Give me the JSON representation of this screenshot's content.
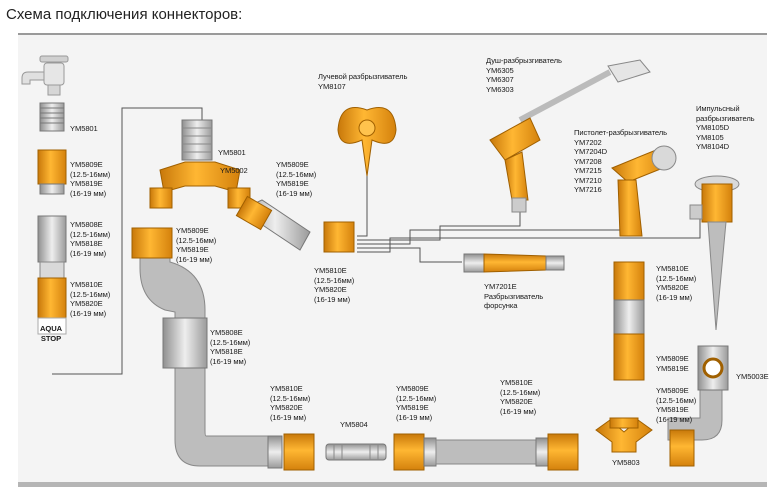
{
  "title": "Схема подключения коннекторов:",
  "colors": {
    "orange": "#f39c12",
    "pipe_gray": "#bdbdbd",
    "metal": "#cfcfcf",
    "line": "#555555"
  },
  "labels": {
    "ym5801_left": "YM5801",
    "ym5809e_left": [
      "YM5809E",
      "(12.5-16мм)",
      "YM5819E",
      "(16-19 мм)"
    ],
    "ym5808e_left": [
      "YM5808E",
      "(12.5-16мм)",
      "YM5818E",
      "(16-19 мм)"
    ],
    "ym5810e_left": [
      "YM5810E",
      "(12.5-16мм)",
      "YM5820E",
      "(16-19 мм)"
    ],
    "aqua_stop": [
      "AQUA",
      "STOP"
    ],
    "ym5801_mid": "YM5801",
    "ym5002": "YM5002",
    "ym5809e_a": [
      "YM5809E",
      "(12.5-16мм)",
      "YM5819E",
      "(16-19 мм)"
    ],
    "ym5809e_b": [
      "YM5809E",
      "(12.5-16мм)",
      "YM5819E",
      "(16-19 мм)"
    ],
    "ym5808e_mid": [
      "YM5808E",
      "(12.5-16мм)",
      "YM5818E",
      "(16-19 мм)"
    ],
    "ym5810e_center": [
      "YM5810E",
      "(12.5-16мм)",
      "YM5820E",
      "(16-19 мм)"
    ],
    "ym5810e_bottom_left": [
      "YM5810E",
      "(12.5-16мм)",
      "YM5820E",
      "(16-19 мм)"
    ],
    "ym5804": "YM5804",
    "ym5809e_bottom": [
      "YM5809E",
      "(12.5-16мм)",
      "YM5819E",
      "(16-19 мм)"
    ],
    "ym5810e_bottom": [
      "YM5810E",
      "(12.5-16мм)",
      "YM5820E",
      "(16-19 мм)"
    ],
    "ym5803": "YM5803",
    "beam_sprinkler": [
      "Лучевой разбрызгиватель",
      "YM8107"
    ],
    "shower_sprinkler": [
      "Душ-разбрызгиватель",
      "YM6305",
      "YM6307",
      "YM6303"
    ],
    "pistol_sprinkler": [
      "Пистолет-разбрызгиватель",
      "YM7202",
      "YM7204D",
      "YM7208",
      "YM7215",
      "YM7210",
      "YM7216"
    ],
    "impulse_sprinkler": [
      "Импульсный",
      "разбрызгиватель",
      "YM8105D",
      "YM8105",
      "YM8104D"
    ],
    "nozzle_sprinkler": [
      "YM7201E",
      "Разбрызгиватель",
      "форсунка"
    ],
    "ym5810e_right": [
      "YM5810E",
      "(12.5-16мм)",
      "YM5820E",
      "(16-19 мм)"
    ],
    "ym5809e_right_short": [
      "YM5809E",
      "YM5819E"
    ],
    "ym5809e_right": [
      "YM5809E",
      "(12.5-16мм)",
      "YM5819E",
      "(16-19 мм)"
    ],
    "ym5003e": "YM5003E"
  }
}
